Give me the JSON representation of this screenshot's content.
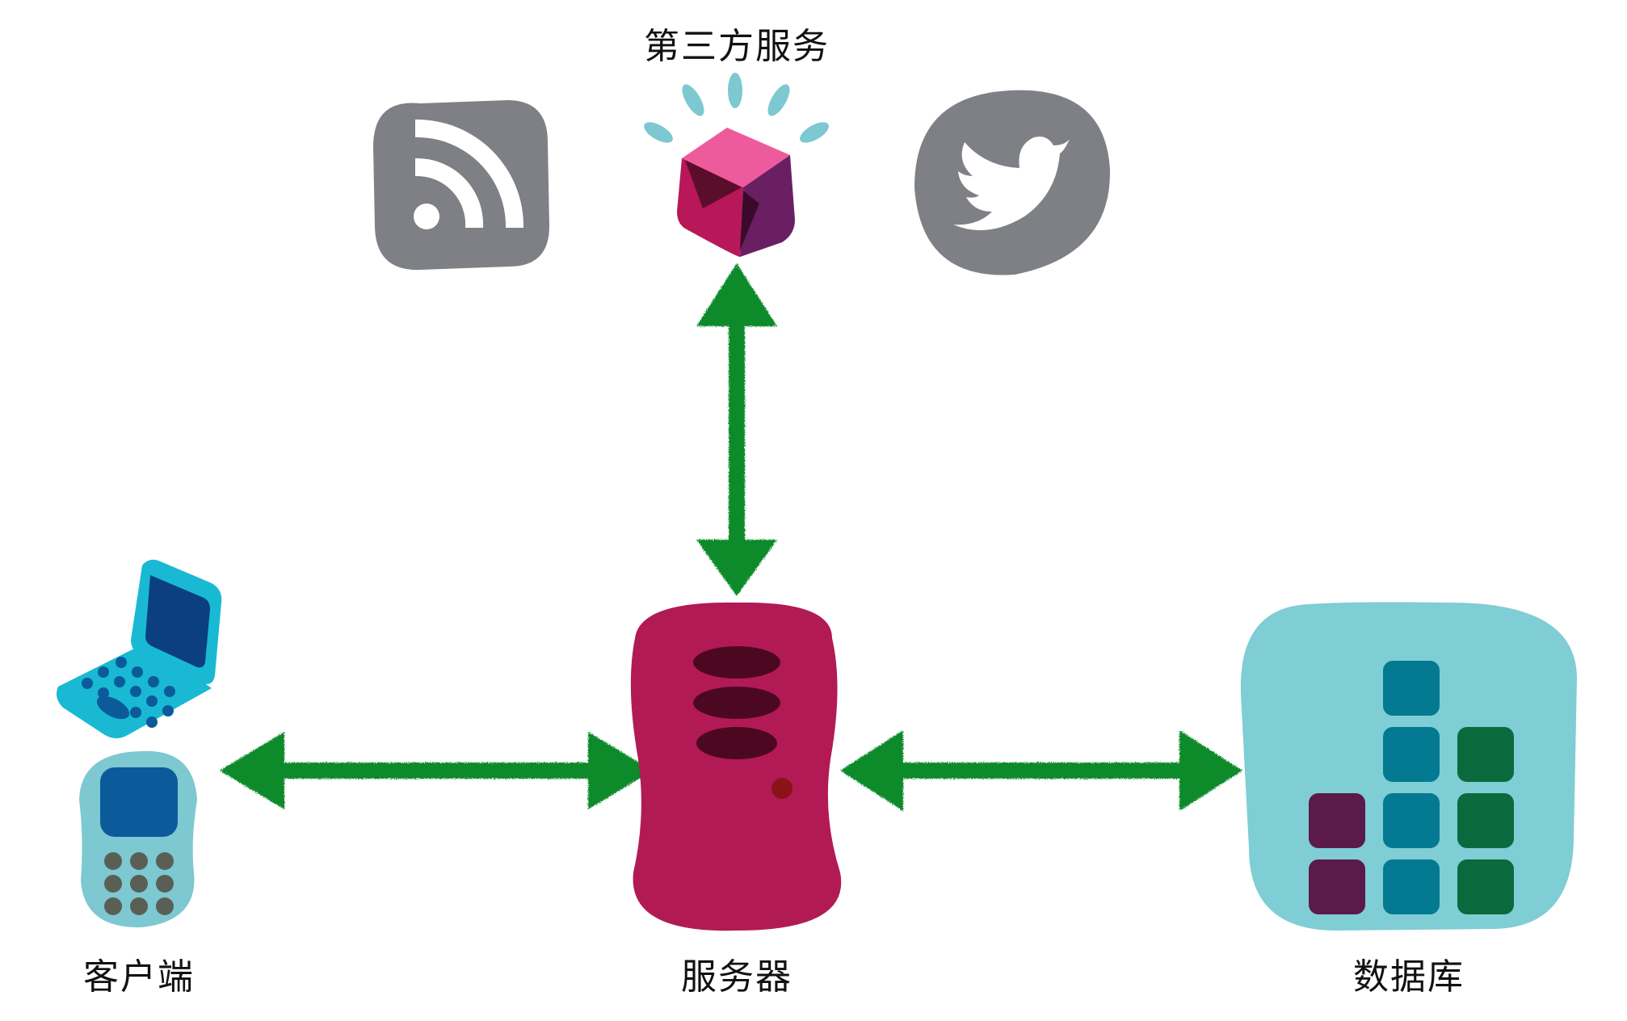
{
  "labels": {
    "third_party": "第三方服务",
    "client": "客户端",
    "server": "服务器",
    "database": "数据库"
  },
  "icons": {
    "rss": "rss-icon",
    "third_party_cube": "cube-icon",
    "twitter": "twitter-bird-icon",
    "laptop": "laptop-icon",
    "phone": "mobile-phone-icon",
    "server": "server-icon",
    "database": "database-icon"
  },
  "colors": {
    "arrow": "#0a8a2a",
    "server": "#b21a55",
    "server_slots": "#4c0820",
    "database_bg": "#7fcdd5",
    "database_teal": "#037a91",
    "database_green": "#0b6a3d",
    "database_purple": "#5a1a4a",
    "icon_gray": "#7f8085",
    "client_cyan": "#19b9d3",
    "client_blue": "#0b5a9a"
  }
}
